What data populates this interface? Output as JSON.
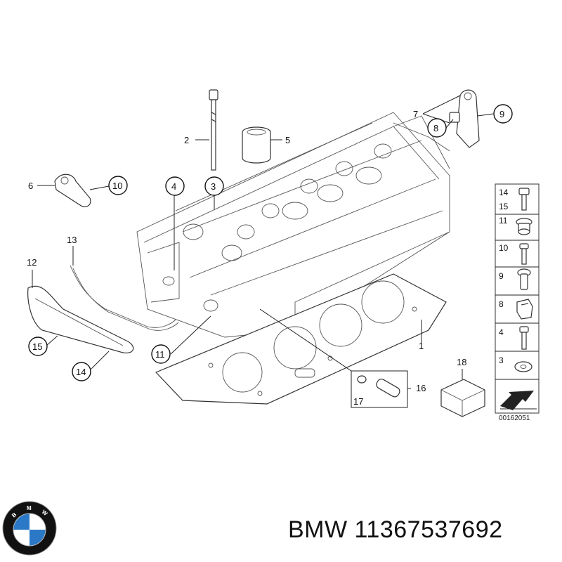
{
  "callouts": {
    "c1": "1",
    "c2": "2",
    "c3": "3",
    "c4": "4",
    "c5": "5",
    "c6": "6",
    "c7": "7",
    "c8": "8",
    "c9": "9",
    "c10": "10",
    "c11": "11",
    "c12": "12",
    "c13": "13",
    "c14": "14",
    "c15": "15",
    "c16": "16",
    "c17": "17",
    "c18": "18"
  },
  "legend": {
    "r1a": "14",
    "r1b": "15",
    "r2": "11",
    "r3": "10",
    "r4": "9",
    "r5": "8",
    "r6": "4",
    "r7": "3"
  },
  "diagram_code": "00162051",
  "caption": {
    "brand": "BMW",
    "part_number": "11367537692"
  },
  "logo": {
    "letters": "BMW",
    "colors": {
      "ring": "#111111",
      "blue": "#2a78c6",
      "white": "#ffffff"
    }
  }
}
